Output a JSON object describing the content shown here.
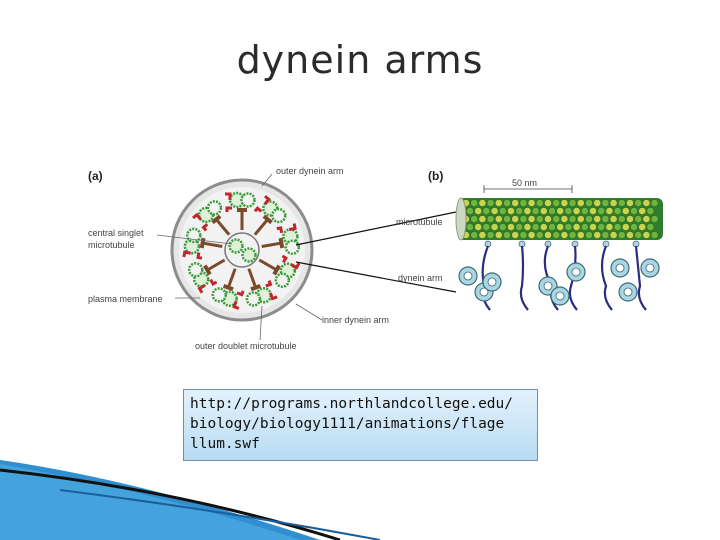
{
  "slide": {
    "title": "dynein arms",
    "url_note": "http://programs.northlandcollege.edu/\nbiology/biology1111/animations/flage\nllum.swf"
  },
  "figure": {
    "panel_a_label": "(a)",
    "panel_b_label": "(b)",
    "labels": {
      "outer_dynein_arm": "outer dynein arm",
      "central_singlet_1": "central singlet",
      "central_singlet_2": "microtubule",
      "plasma_membrane": "plasma membrane",
      "inner_dynein_arm": "inner dynein arm",
      "outer_doublet": "outer doublet microtubule",
      "scale": "50 nm",
      "microtubule": "microtubule",
      "dynein_arm": "dynein arm"
    },
    "colors": {
      "doublet_green": "#3a9a3a",
      "dynein_red": "#c0262c",
      "spoke_brown": "#7a4a2a",
      "membrane_gray": "#9a9a9a",
      "dynein_navy": "#2b2c80",
      "dynein_head": "#a9d6e0"
    }
  }
}
